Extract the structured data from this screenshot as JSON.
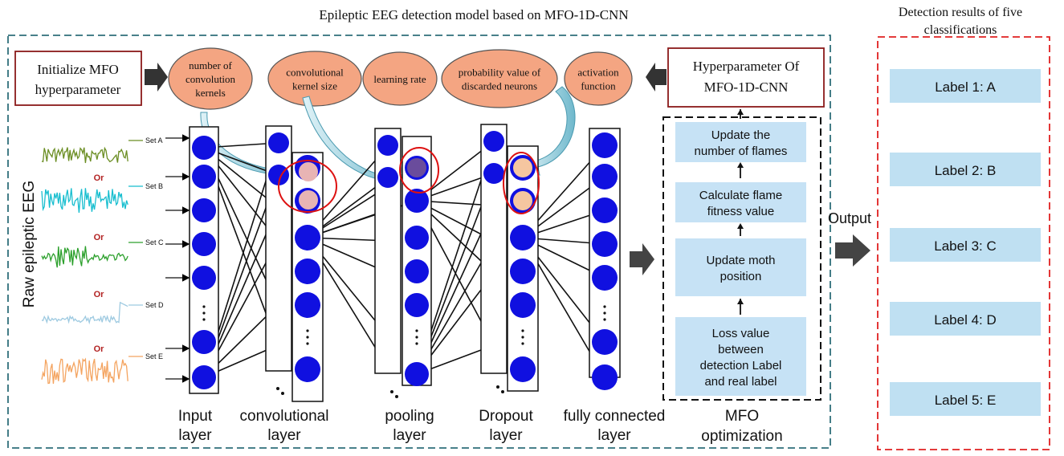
{
  "title": "Epileptic EEG detection model based on MFO-1D-CNN",
  "results_title_line1": "Detection results of five",
  "results_title_line2": "classifications",
  "init_box": {
    "line1": "Initialize MFO",
    "line2": "hyperparameter"
  },
  "hyper_box": {
    "line1": "Hyperparameter Of",
    "line2": "MFO-1D-CNN"
  },
  "ellipses": [
    {
      "lines": [
        "number of",
        "convolution",
        "kernels"
      ]
    },
    {
      "lines": [
        "convolutional",
        "kernel size"
      ]
    },
    {
      "lines": [
        "learning rate"
      ]
    },
    {
      "lines": [
        "probability value of",
        "discarded neurons"
      ]
    },
    {
      "lines": [
        "activation",
        "function"
      ]
    }
  ],
  "raw_label": "Raw epileptic EEG",
  "signals": [
    {
      "set": "Set A",
      "color": "#6b8e23"
    },
    {
      "set": "Set B",
      "color": "#17becf"
    },
    {
      "set": "Set C",
      "color": "#2ca02c"
    },
    {
      "set": "Set D",
      "color": "#9ecae1"
    },
    {
      "set": "Set E",
      "color": "#f4a460"
    }
  ],
  "or_label": "Or",
  "layer_labels": [
    {
      "lines": [
        "Input",
        "layer"
      ]
    },
    {
      "lines": [
        "convolutional",
        "layer"
      ]
    },
    {
      "lines": [
        "pooling",
        "layer"
      ]
    },
    {
      "lines": [
        "Dropout",
        "layer"
      ]
    },
    {
      "lines": [
        "fully connected",
        "layer"
      ]
    }
  ],
  "mfo_steps": [
    {
      "lines": [
        "Update the",
        "number of flames"
      ]
    },
    {
      "lines": [
        "Calculate flame",
        "fitness value"
      ]
    },
    {
      "lines": [
        "Update moth",
        "position"
      ]
    },
    {
      "lines": [
        "Loss value",
        "between",
        "detection Label",
        "and real label"
      ]
    }
  ],
  "mfo_label": {
    "line1": "MFO",
    "line2": "optimization"
  },
  "output_label": "Output",
  "results": [
    "Label 1: A",
    "Label 2: B",
    "Label 3: C",
    "Label 4: D",
    "Label 5: E"
  ],
  "colors": {
    "node": "#1010e0",
    "ellipse": "#f4a582",
    "step_box": "#c6e2f5",
    "result_box": "#bfe0f2",
    "dashed_teal": "#2f6f7a",
    "dashed_red": "#e02020",
    "box_border": "#8b1a1a",
    "or_text": "#b22222"
  }
}
